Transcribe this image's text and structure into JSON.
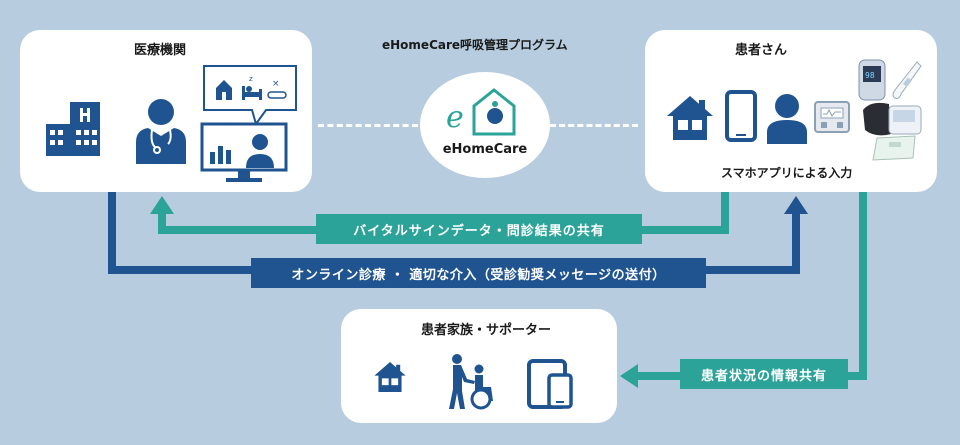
{
  "program_title": "eHomeCare呼吸管理プログラム",
  "medical": {
    "title": "医療機関"
  },
  "patient": {
    "title": "患者さん",
    "input_caption": "スマホアプリによる入力"
  },
  "logo": {
    "name": "eHomeCare",
    "mark": "e"
  },
  "family": {
    "title": "患者家族・サポーター"
  },
  "flows": {
    "vital_share": "バイタルサインデータ・問診結果の共有",
    "online_care": "オンライン診療 ・ 適切な介入（受診勧奨メッセージの送付）",
    "status_share": "患者状況の情報共有"
  },
  "colors": {
    "teal": "#2ba398",
    "navy": "#1f5490",
    "background": "#b7ccdf"
  }
}
